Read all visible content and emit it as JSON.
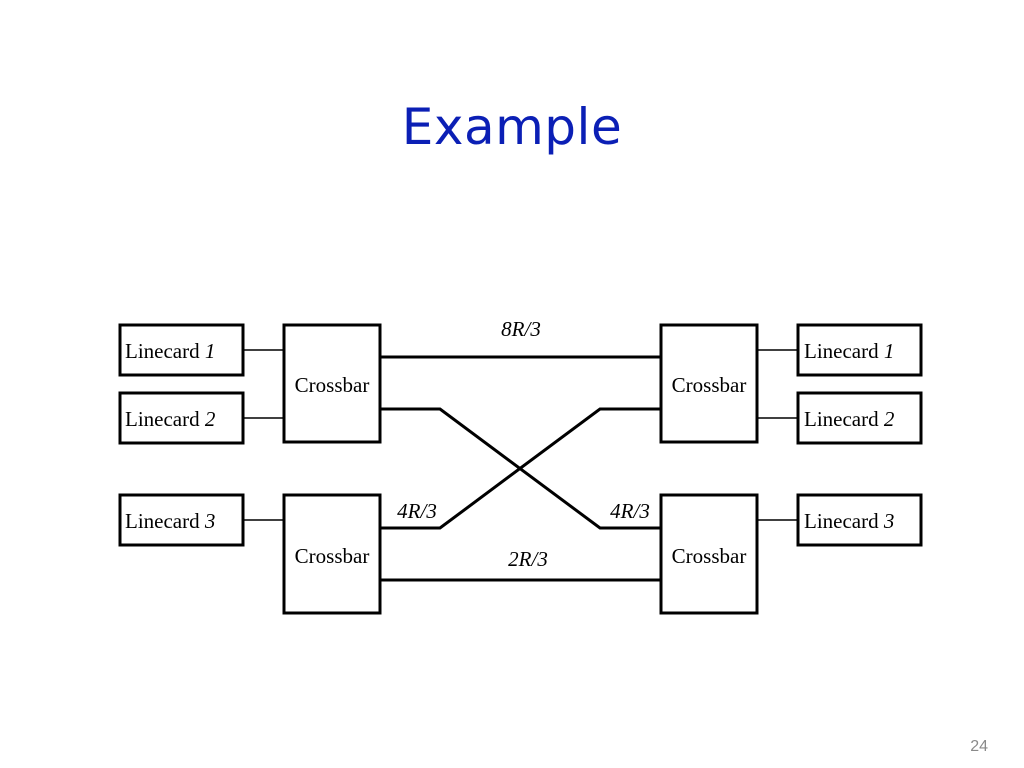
{
  "slide": {
    "title": "Example",
    "page_number": "24"
  },
  "diagram": {
    "linecards_left": [
      {
        "prefix": "Linecard ",
        "number": "1"
      },
      {
        "prefix": "Linecard ",
        "number": "2"
      },
      {
        "prefix": "Linecard ",
        "number": "3"
      }
    ],
    "linecards_right": [
      {
        "prefix": "Linecard ",
        "number": "1"
      },
      {
        "prefix": "Linecard ",
        "number": "2"
      },
      {
        "prefix": "Linecard ",
        "number": "3"
      }
    ],
    "crossbars": {
      "top_left": "Crossbar",
      "top_right": "Crossbar",
      "bottom_left": "Crossbar",
      "bottom_right": "Crossbar"
    },
    "rates": {
      "top_link": "8R/3",
      "cross_left": "4R/3",
      "cross_right": "4R/3",
      "bottom_link": "2R/3"
    }
  }
}
